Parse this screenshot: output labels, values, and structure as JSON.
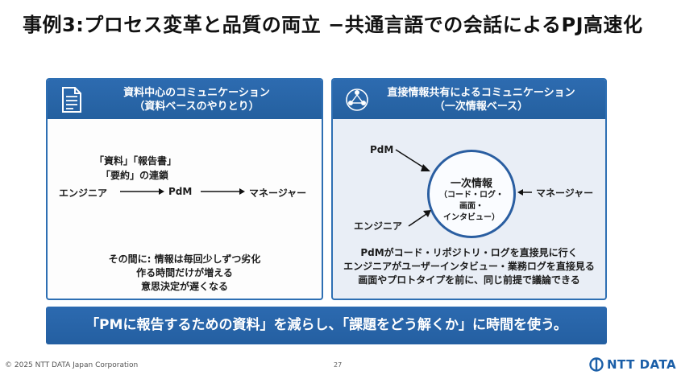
{
  "slide": {
    "title": "事例3:プロセス変革と品質の両立 −共通言語での会話によるPJ高速化"
  },
  "left_panel": {
    "heading_line1": "資料中心のコミュニケーション",
    "heading_line2": "（資料ベースのやりとり）",
    "icon": "document-icon",
    "flow_note_line1": "「資料」「報告書」",
    "flow_note_line2": "「要約」の連鎖",
    "node_engineer": "エンジニア",
    "node_pdm": "PdM",
    "node_manager": "マネージャー",
    "footer_line1": "その間に: 情報は毎回少しずつ劣化",
    "footer_line2": "作る時間だけが増える",
    "footer_line3": "意思決定が遅くなる"
  },
  "right_panel": {
    "heading_line1": "直接情報共有によるコミュニケーション",
    "heading_line2": "（一次情報ベース）",
    "icon": "network-people-icon",
    "node_pdm": "PdM",
    "node_engineer": "エンジニア",
    "node_manager": "マネージャー",
    "center_title": "一次情報",
    "center_line1": "（コード・ログ・",
    "center_line2": "画面・",
    "center_line3": "インタビュー）",
    "footer_line1": "PdMがコード・リポジトリ・ログを直接見に行く",
    "footer_line2": "エンジニアがユーザーインタビュー・業務ログを直接見る",
    "footer_line3": "画面やプロトタイプを前に、同じ前提で議論できる"
  },
  "banner": {
    "text": "「PMに報告するための資料」を減らし、「課題をどう解くか」に時間を使う。"
  },
  "footer": {
    "copyright": "© 2025 NTT DATA Japan Corporation",
    "page_number": "27",
    "logo_text": "NTT DATA"
  },
  "colors": {
    "accent": "#2d6bb0",
    "banner": "#2a66ac",
    "logo": "#1b5fa8"
  }
}
